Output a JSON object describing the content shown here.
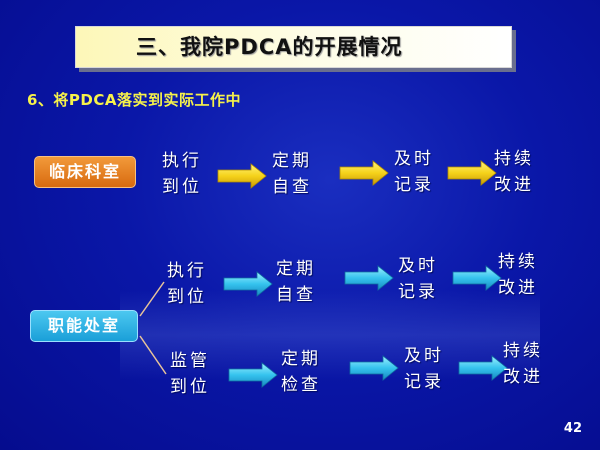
{
  "slide": {
    "title": "三、我院PDCA的开展情况",
    "subtitle": "6、将PDCA落实到实际工作中",
    "page_number": "42"
  },
  "colors": {
    "background": "#0a17a8",
    "subtitle": "#f6f24a",
    "clinical_badge": "#e07a1e",
    "functional_badge": "#2ab0e4",
    "yellow_arrow": "#f5d21a",
    "cyan_arrow": "#35c3ee"
  },
  "rows": [
    {
      "department": "临床科室",
      "arrow_color": "yellow",
      "steps": [
        {
          "line1": "执行",
          "line2": "到位"
        },
        {
          "line1": "定期",
          "line2": "自查"
        },
        {
          "line1": "及时",
          "line2": "记录"
        },
        {
          "line1": "持续",
          "line2": "改进"
        }
      ]
    },
    {
      "department": "职能处室",
      "branches": [
        {
          "arrow_color": "cyan",
          "steps": [
            {
              "line1": "执行",
              "line2": "到位"
            },
            {
              "line1": "定期",
              "line2": "自查"
            },
            {
              "line1": "及时",
              "line2": "记录"
            },
            {
              "line1": "持续",
              "line2": "改进"
            }
          ]
        },
        {
          "arrow_color": "cyan",
          "steps": [
            {
              "line1": "监管",
              "line2": "到位"
            },
            {
              "line1": "定期",
              "line2": "检查"
            },
            {
              "line1": "及时",
              "line2": "记录"
            },
            {
              "line1": "持续",
              "line2": "改进"
            }
          ]
        }
      ]
    }
  ]
}
